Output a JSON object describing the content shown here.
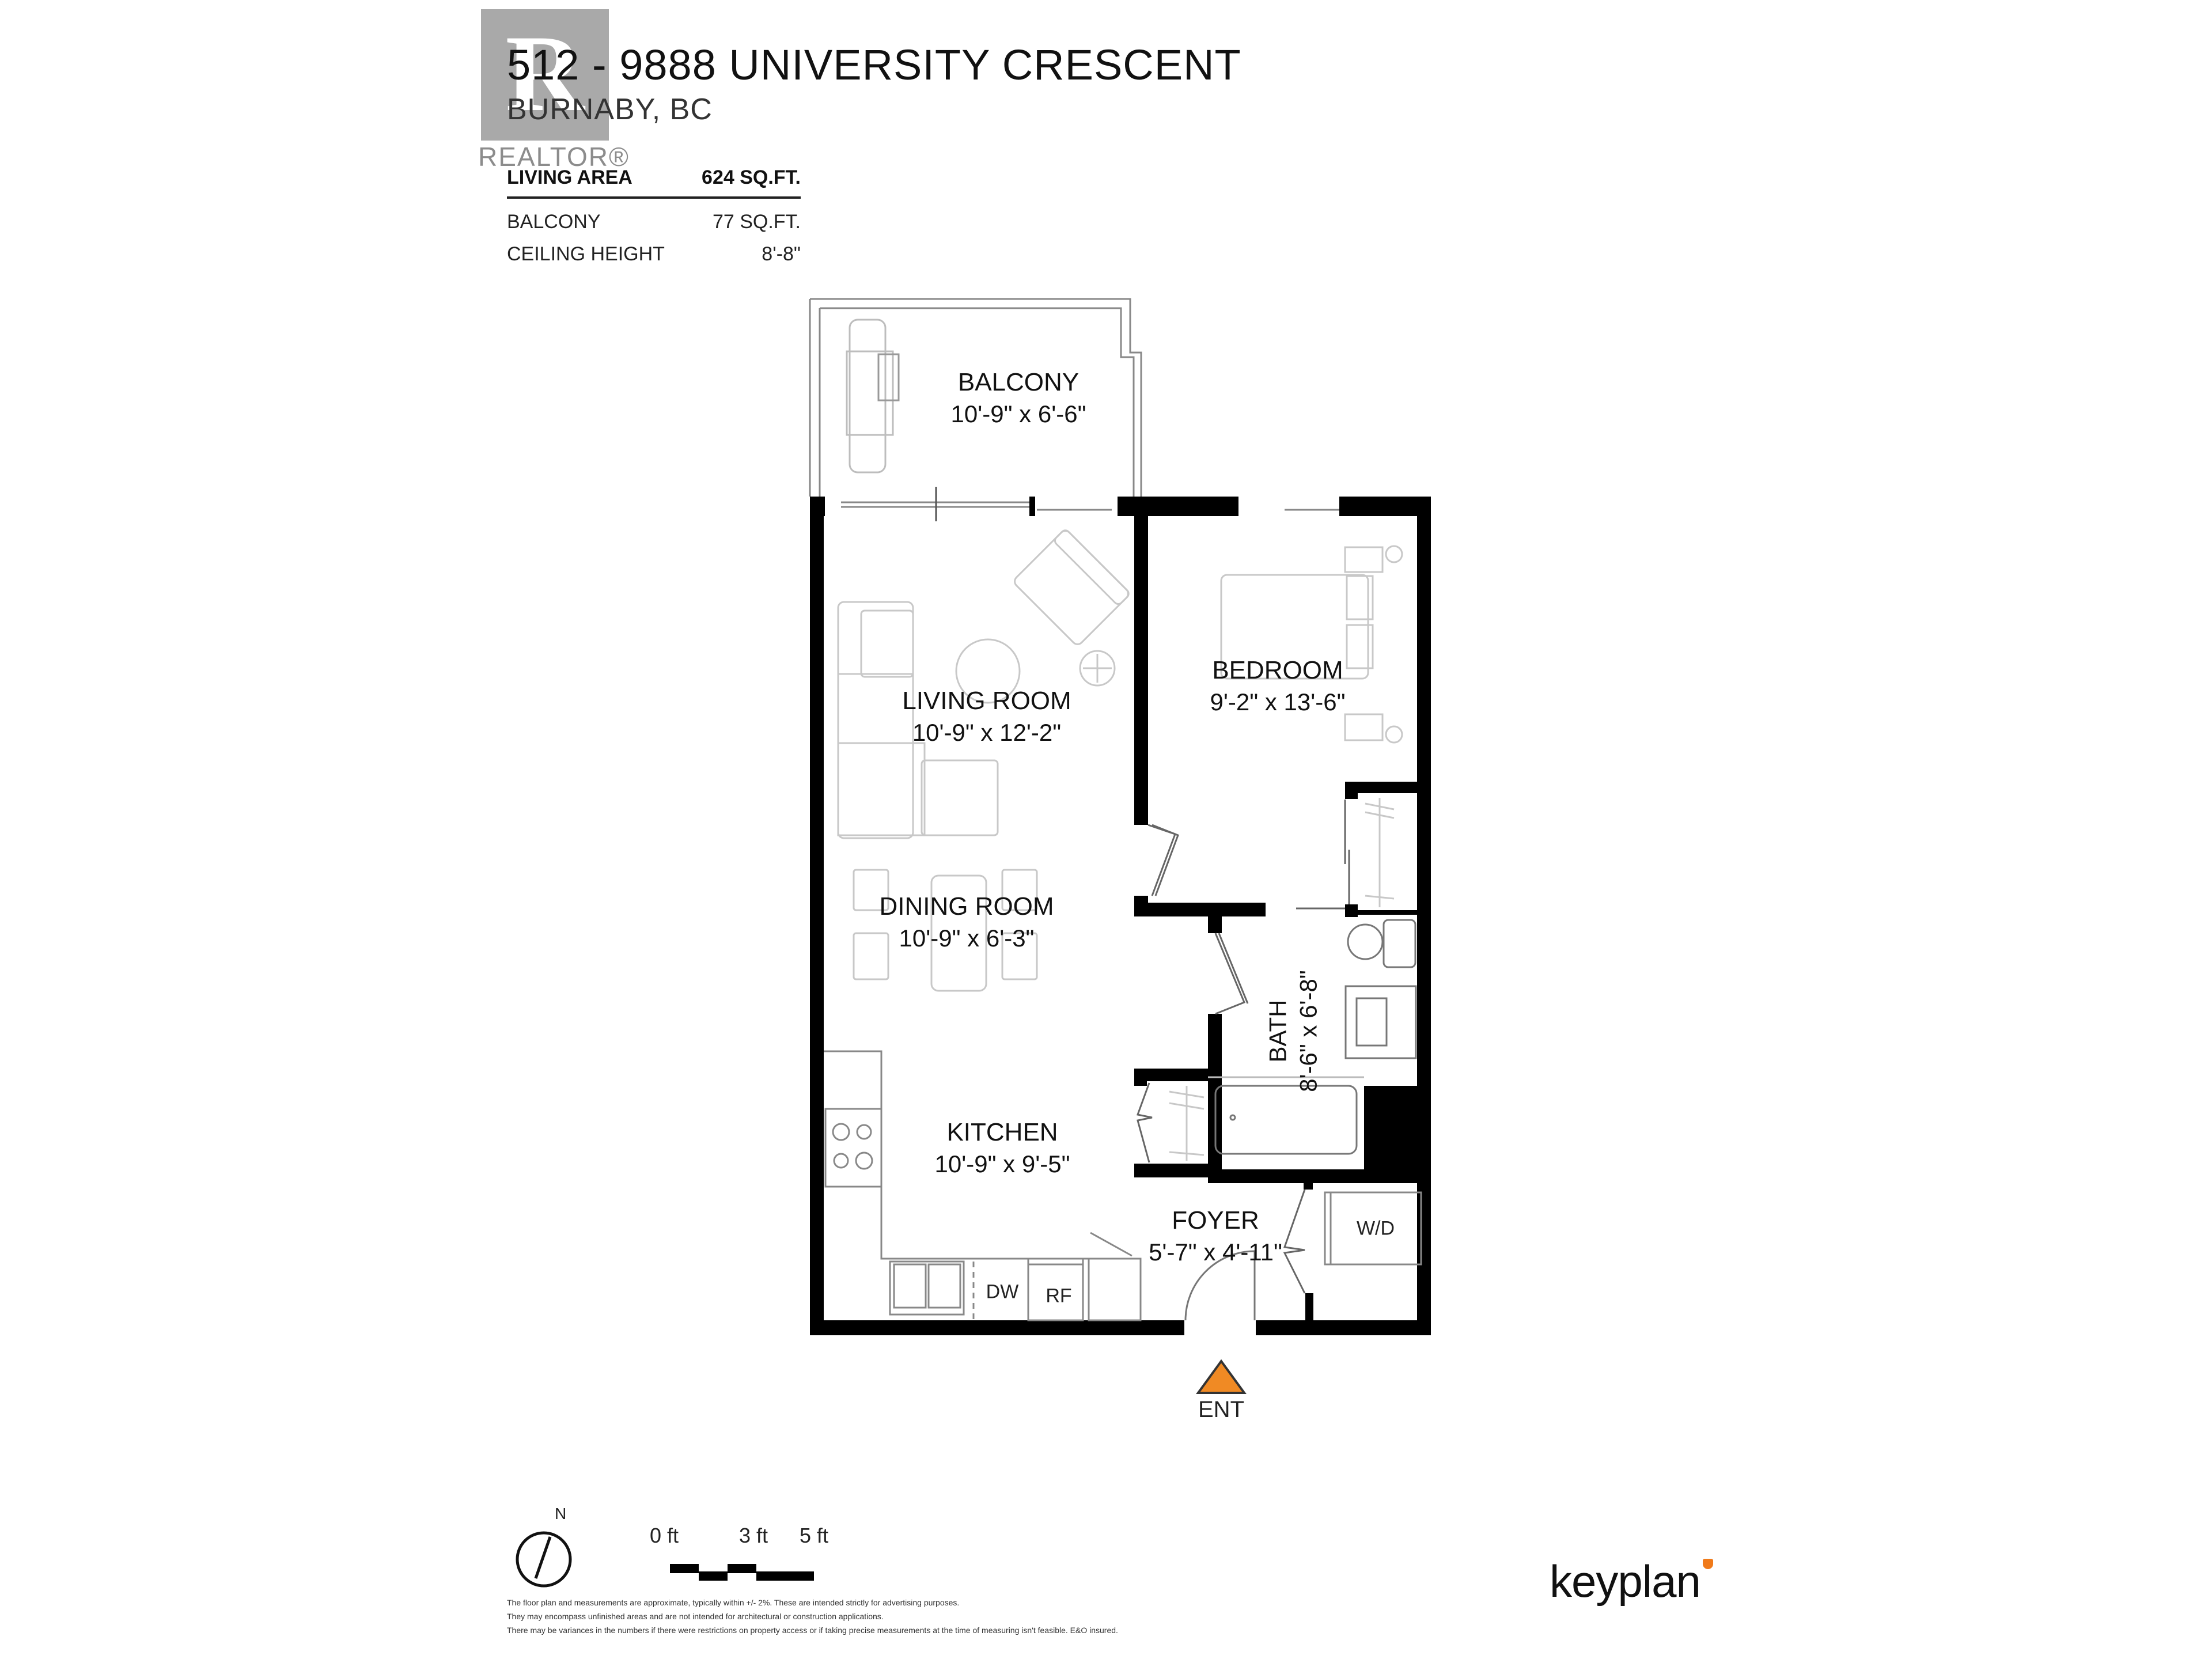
{
  "header": {
    "address": "512 - 9888 UNIVERSITY CRESCENT",
    "city": "BURNABY, BC",
    "watermark": "REALTOR®",
    "watermark_letter": "R"
  },
  "stats": {
    "living_area": {
      "label": "LIVING AREA",
      "value": "624 SQ.FT."
    },
    "balcony": {
      "label": "BALCONY",
      "value": "77 SQ.FT."
    },
    "ceiling_height": {
      "label": "CEILING HEIGHT",
      "value": "8'-8\""
    }
  },
  "rooms": {
    "balcony": {
      "name": "BALCONY",
      "dims": "10'-9\" x 6'-6\""
    },
    "living_room": {
      "name": "LIVING ROOM",
      "dims": "10'-9\" x 12'-2\""
    },
    "bedroom": {
      "name": "BEDROOM",
      "dims": "9'-2\" x 13'-6\""
    },
    "dining_room": {
      "name": "DINING ROOM",
      "dims": "10'-9\" x 6'-3\""
    },
    "bath": {
      "name": "BATH",
      "dims": "8'-6\" x 6'-8\""
    },
    "kitchen": {
      "name": "KITCHEN",
      "dims": "10'-9\" x 9'-5\""
    },
    "foyer": {
      "name": "FOYER",
      "dims": "5'-7\" x 4'-11\""
    }
  },
  "appliances": {
    "dishwasher": "DW",
    "refrigerator": "RF",
    "washer_dryer": "W/D"
  },
  "entrance": {
    "label": "ENT",
    "color": "#f08a24"
  },
  "compass": {
    "label": "N"
  },
  "scale_bar": {
    "labels": [
      "0 ft",
      "3 ft",
      "5 ft"
    ]
  },
  "disclaimer": [
    "The floor plan and measurements are approximate, typically within +/- 2%. These are intended strictly for advertising purposes.",
    "They may encompass unfinished areas and are not intended for architectural or construction applications.",
    "There may be variances in the numbers if there were restrictions on property access or if taking precise measurements at the time of measuring isn't feasible. E&O insured."
  ],
  "brand": {
    "name": "keyplan",
    "accent": "#f07a1a"
  }
}
